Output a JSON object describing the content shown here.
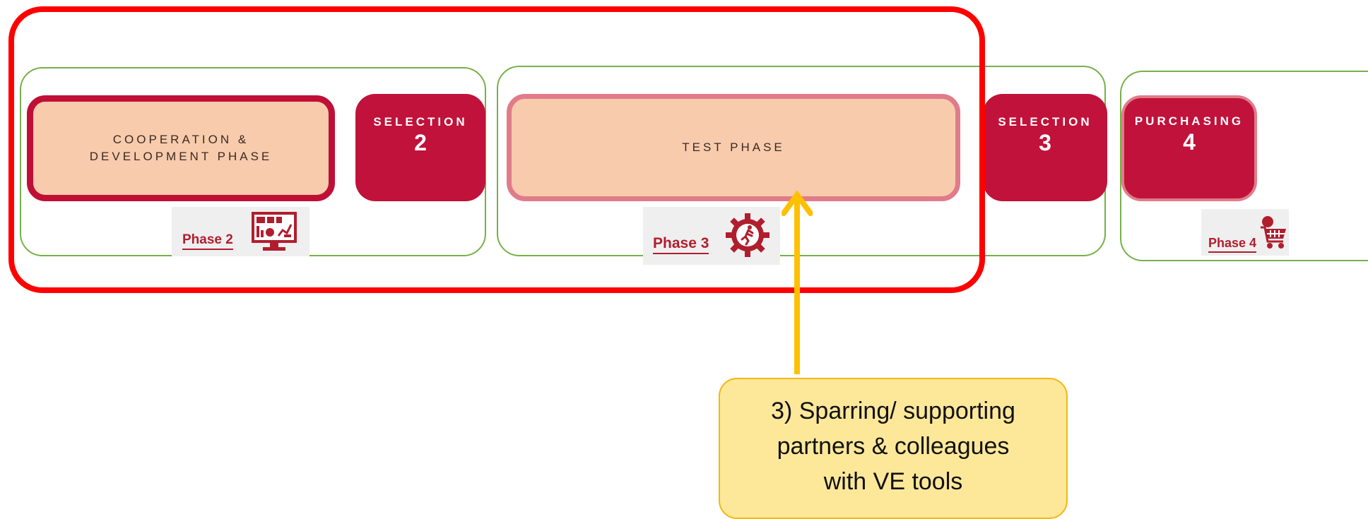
{
  "boxes": {
    "coop_line1": "COOPERATION &",
    "coop_line2": "DEVELOPMENT PHASE",
    "selection2_label": "SELECTION",
    "selection2_num": "2",
    "test_phase": "TEST PHASE",
    "selection3_label": "SELECTION",
    "selection3_num": "3",
    "purchasing_label": "PURCHASING",
    "purchasing_num": "4"
  },
  "cards": {
    "phase2": "Phase 2",
    "phase3": "Phase 3",
    "phase4": "Phase 4"
  },
  "callout": {
    "line1": "3) Sparring/ supporting",
    "line2": "partners & colleagues",
    "line3": "with VE tools"
  },
  "icons": {
    "phase2": "monitor-dashboard-icon",
    "phase3": "gear-runner-icon",
    "phase4": "shopping-cart-icon",
    "arrow": "up-arrow-icon"
  },
  "colors": {
    "crimson": "#c0123a",
    "peach": "#f8cbad",
    "highlight_red": "#ff0000",
    "group_green": "#77b04a",
    "arrow_yellow": "#ffc000",
    "callout_fill": "#fde89a"
  }
}
